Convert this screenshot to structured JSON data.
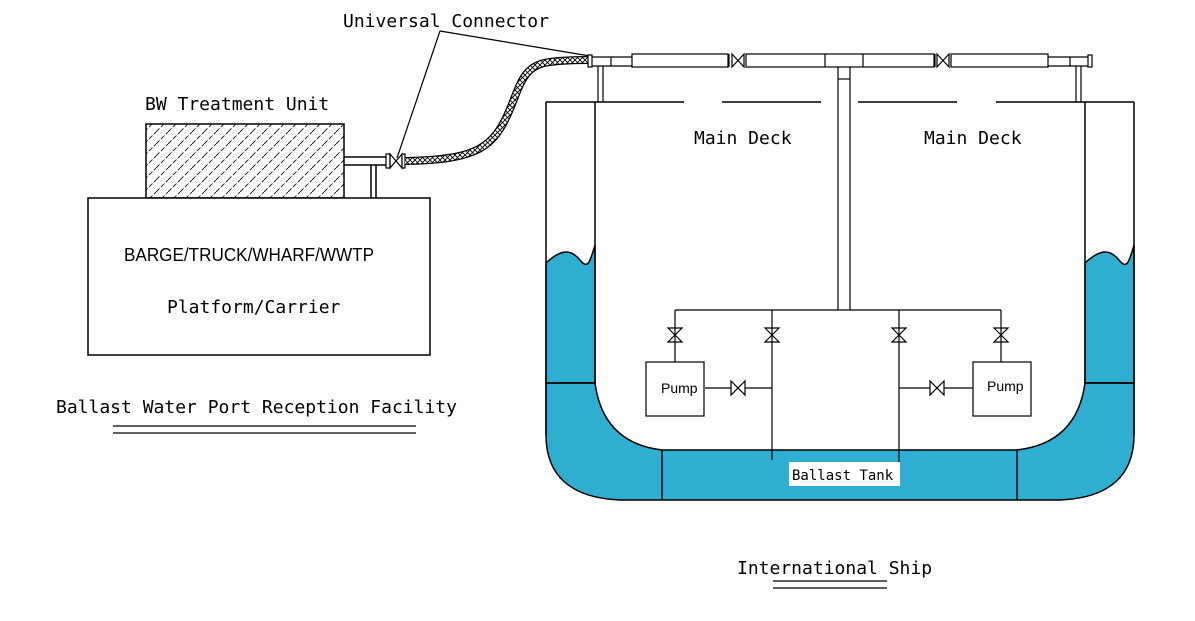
{
  "title": "Ballast Water Port Reception Facility",
  "labels": {
    "universal_connector": "Universal Connector",
    "bw_treatment_unit": "BW Treatment Unit",
    "platform_types": "BARGE/TRUCK/WHARF/WWTP",
    "platform_carrier": "Platform/Carrier",
    "facility_caption": "Ballast Water Port Reception Facility",
    "main_deck_left": "Main Deck",
    "main_deck_right": "Main Deck",
    "pump_left": "Pump",
    "pump_right": "Pump",
    "ballast_tank": "Ballast Tank",
    "ship_caption": "International Ship"
  },
  "colors": {
    "water": "#2eaed0",
    "line": "#000000",
    "background": "#ffffff"
  },
  "components": [
    {
      "id": "bw-treatment-unit",
      "type": "hatched-box"
    },
    {
      "id": "platform-carrier",
      "type": "box"
    },
    {
      "id": "hose",
      "type": "flexible-hose"
    },
    {
      "id": "deck-pipeline",
      "type": "pipe",
      "valves": 2
    },
    {
      "id": "ship-hull",
      "type": "hull"
    },
    {
      "id": "pump-left",
      "type": "pump"
    },
    {
      "id": "pump-right",
      "type": "pump"
    },
    {
      "id": "ballast-tank",
      "type": "tank"
    }
  ]
}
